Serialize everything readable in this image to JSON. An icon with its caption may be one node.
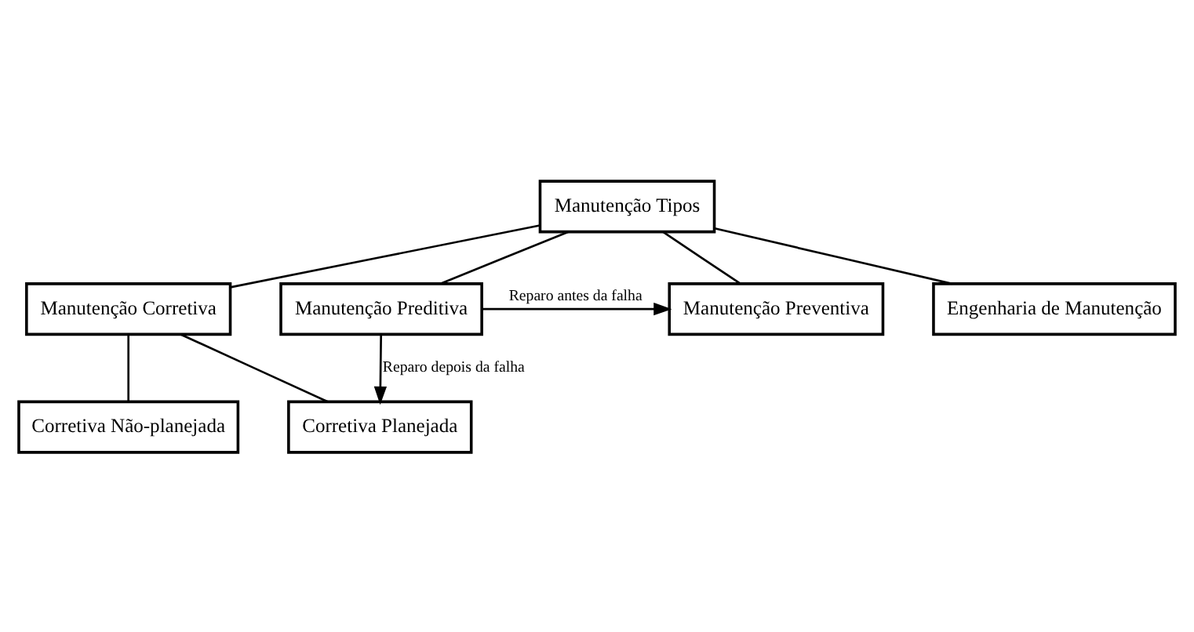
{
  "diagram": {
    "nodes": [
      {
        "text": [
          "Manutenção Tipos"
        ]
      },
      {
        "text": [
          "Manutenção Corretiva"
        ]
      },
      {
        "text": [
          "Manutenção Preventiva"
        ]
      },
      {
        "text": [
          "Manutenção Preditiva"
        ]
      },
      {
        "text": [
          "Engenharia de Manutenção"
        ]
      },
      {
        "text": [
          "Corretiva Não-planejada"
        ]
      },
      {
        "text": [
          "Corretiva Planejada"
        ]
      }
    ],
    "edges": [
      {
        "from": 0,
        "to": 1,
        "arrow": "none"
      },
      {
        "from": 0,
        "to": 2,
        "arrow": "none"
      },
      {
        "from": 0,
        "to": 3,
        "arrow": "none"
      },
      {
        "from": 0,
        "to": 4,
        "arrow": "none"
      },
      {
        "from": 1,
        "to": 5,
        "arrow": "none"
      },
      {
        "from": 1,
        "to": 6,
        "arrow": "none"
      },
      {
        "from": 3,
        "to": 2,
        "arrow": "to",
        "label": "Reparo antes da falha"
      },
      {
        "from": 3,
        "to": 6,
        "arrow": "to",
        "label": "Reparo depois da falha"
      }
    ]
  }
}
